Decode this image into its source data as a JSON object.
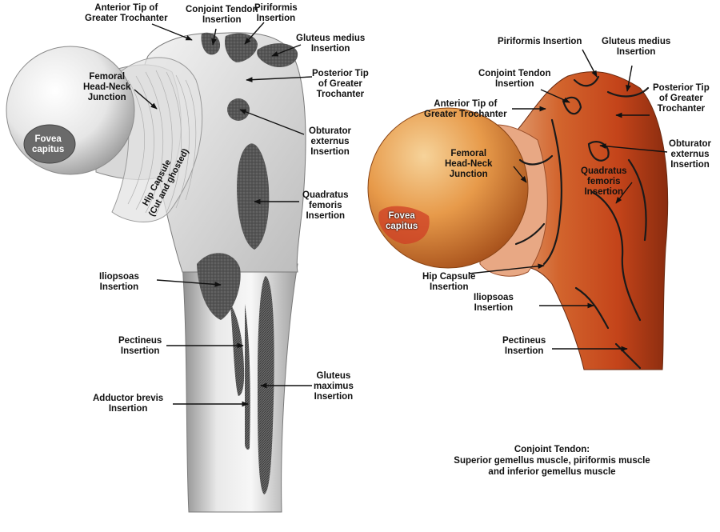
{
  "left_figure": {
    "labels": {
      "anterior_tip": [
        "Anterior Tip of",
        "Greater Trochanter"
      ],
      "conjoint_tendon": [
        "Conjoint Tendon",
        "Insertion"
      ],
      "piriformis": [
        "Piriformis",
        "Insertion"
      ],
      "gluteus_medius": [
        "Gluteus medius",
        "Insertion"
      ],
      "posterior_tip": [
        "Posterior Tip",
        "of Greater",
        "Trochanter"
      ],
      "femoral_head_neck": [
        "Femoral",
        "Head-Neck",
        "Junction"
      ],
      "obturator_externus": [
        "Obturator",
        "externus",
        "Insertion"
      ],
      "fovea_capitus": [
        "Fovea",
        "capitus"
      ],
      "quadratus_femoris": [
        "Quadratus",
        "femoris",
        "Insertion"
      ],
      "hip_capsule": [
        "Hip Capsule",
        "(Cut and ghosted)"
      ],
      "iliopsoas": [
        "Iliopsoas",
        "Insertion"
      ],
      "pectineus": [
        "Pectineus",
        "Insertion"
      ],
      "gluteus_maximus": [
        "Gluteus",
        "maximus",
        "Insertion"
      ],
      "adductor_brevis": [
        "Adductor brevis",
        "Insertion"
      ]
    }
  },
  "right_figure": {
    "labels": {
      "piriformis": "Piriformis Insertion",
      "gluteus_medius": [
        "Gluteus medius",
        "Insertion"
      ],
      "conjoint_tendon": [
        "Conjoint Tendon",
        "Insertion"
      ],
      "posterior_tip": [
        "Posterior Tip",
        "of Greater",
        "Trochanter"
      ],
      "anterior_tip": [
        "Anterior Tip of",
        "Greater Trochanter"
      ],
      "obturator_externus": [
        "Obturator",
        "externus",
        "Insertion"
      ],
      "femoral_head_neck": [
        "Femoral",
        "Head-Neck",
        "Junction"
      ],
      "quadratus_femoris": [
        "Quadratus",
        "femoris",
        "Insertion"
      ],
      "fovea_capitus": [
        "Fovea",
        "capitus"
      ],
      "hip_capsule": [
        "Hip Capsule",
        "Insertion"
      ],
      "iliopsoas": [
        "Iliopsoas",
        "Insertion"
      ],
      "pectineus": [
        "Pectineus",
        "Insertion"
      ]
    }
  },
  "note": [
    "Conjoint Tendon:",
    "Superior gemellus muscle, piriformis muscle",
    "and inferior gemellus muscle"
  ],
  "colors": {
    "bone_light": "#f4f4f4",
    "bone_shade": "#9a9a9a",
    "insertion_fill": "#4f4f4f",
    "specimen_red": "#c8501f",
    "specimen_head": "#e8a25a"
  }
}
